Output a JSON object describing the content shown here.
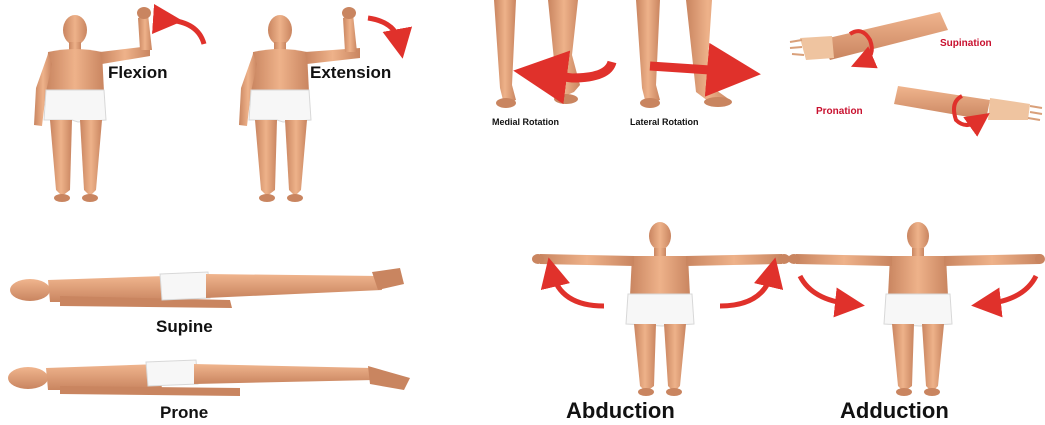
{
  "labels": {
    "flexion": "Flexion",
    "extension": "Extension",
    "medial_rotation": "Medial Rotation",
    "lateral_rotation": "Lateral Rotation",
    "supination": "Supination",
    "pronation": "Pronation",
    "supine": "Supine",
    "prone": "Prone",
    "abduction": "Abduction",
    "adduction": "Adduction"
  },
  "colors": {
    "skin": "#e8a77e",
    "skin_shade": "#c98560",
    "shorts": "#f7f7f7",
    "arrow": "#e0312b",
    "label": "#111111",
    "label_red": "#c8102e"
  }
}
